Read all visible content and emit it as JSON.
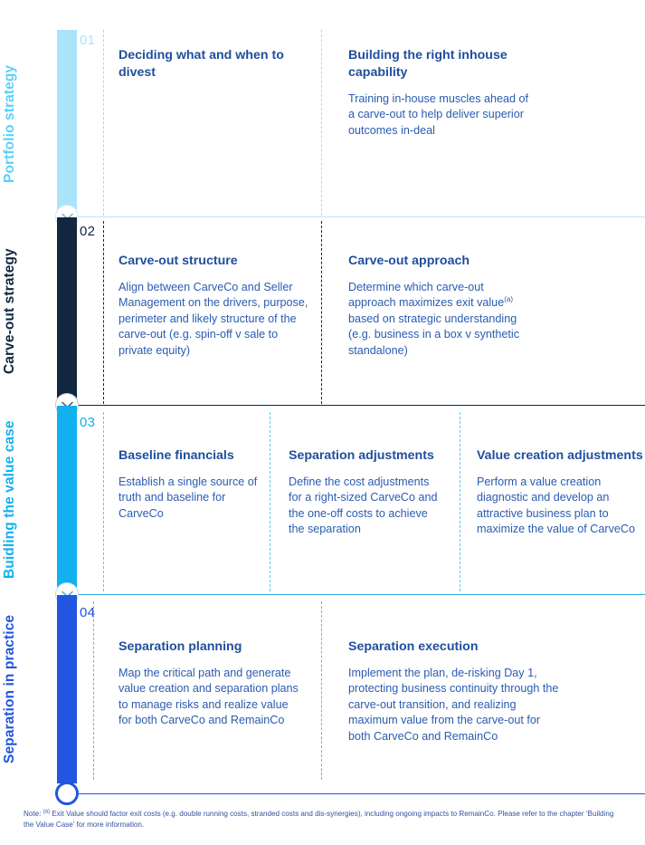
{
  "colors": {
    "stage1": "#aae4fb",
    "stage2": "#11263f",
    "stage3": "#12b0ef",
    "stage4": "#2255e0",
    "title": "#1f4e9c",
    "body": "#2a5bb0",
    "footnote": "#33519e",
    "dash_light": "#9fdcf7",
    "dash_dark": "#11263f"
  },
  "stages": [
    {
      "number": "01",
      "label": "Portfolio strategy",
      "color": "#aae4fb",
      "cards": [
        {
          "title": "Deciding what and when to divest",
          "body": ""
        },
        {
          "title": "Building the right inhouse capability",
          "body": "Training in-house muscles ahead of a carve-out to help deliver superior outcomes in-deal"
        }
      ]
    },
    {
      "number": "02",
      "label": "Carve-out strategy",
      "color": "#11263f",
      "cards": [
        {
          "title": "Carve-out structure",
          "body": "Align between CarveCo and Seller Management on the drivers, purpose, perimeter and likely structure of the carve-out (e.g. spin-off v sale to private equity)"
        },
        {
          "title": "Carve-out approach",
          "body_pre": "Determine which carve-out approach maximizes exit value",
          "body_sup": "(a)",
          "body_post": " based on strategic understanding (e.g. business in a box v synthetic standalone)"
        }
      ]
    },
    {
      "number": "03",
      "label": "Buidling the value case",
      "color": "#12b0ef",
      "cards": [
        {
          "title": "Baseline financials",
          "body": "Establish a single source of truth and baseline for CarveCo"
        },
        {
          "title": "Separation adjustments",
          "body": "Define the cost adjustments for a right-sized CarveCo and the one-off costs to achieve the separation"
        },
        {
          "title": "Value creation adjustments",
          "body": "Perform a value creation diagnostic and develop an attractive business plan to maximize the value of CarveCo"
        }
      ]
    },
    {
      "number": "04",
      "label": "Separation in practice",
      "color": "#2255e0",
      "cards": [
        {
          "title": "Separation planning",
          "body": "Map the critical path and generate value creation and separation plans to manage risks and realize value for both CarveCo and RemainCo"
        },
        {
          "title": "Separation execution",
          "body": "Implement the plan, de-risking Day 1, protecting business continuity through the carve-out transition, and realizing maximum value from the carve-out for both CarveCo and RemainCo"
        }
      ]
    }
  ],
  "footnote": {
    "prefix": "Note: ",
    "marker": "(a)",
    "text": " Exit Value should factor exit costs (e.g. double running costs, stranded costs and dis-synergies), including ongoing impacts to RemainCo. Please refer to the chapter ‘Building the Value Case’ for more information."
  }
}
